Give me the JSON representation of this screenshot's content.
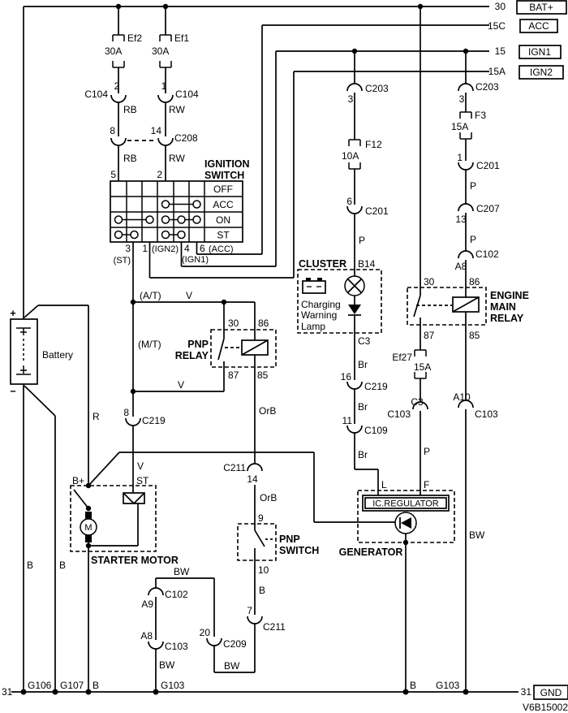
{
  "page": {
    "code": "V6B15002"
  },
  "bus": {
    "bat_num": "30",
    "bat": "BAT+",
    "acc_num": "15C",
    "acc": "ACC",
    "ign1_num": "15",
    "ign1": "IGN1",
    "ign2_num": "15A",
    "ign2": "IGN2",
    "gnd_num_l": "31",
    "gnd_num_r": "31",
    "gnd": "GND"
  },
  "fuse": {
    "ef2": "Ef2",
    "ef2_a": "30A",
    "ef1": "Ef1",
    "ef1_a": "30A",
    "f12": "F12",
    "f12_a": "10A",
    "f3": "F3",
    "f3_a": "15A",
    "ef27": "Ef27",
    "ef27_a": "15A"
  },
  "conn": {
    "c104l": "C104",
    "c104l_pin": "2",
    "c104r": "C104",
    "c104r_pin": "1",
    "c208": "C208",
    "c208_p8": "8",
    "c208_p14": "14",
    "c219_8": "8",
    "c219_8l": "C219",
    "c211_14": "14",
    "c211_14l": "C211",
    "c211_7": "7",
    "c211_7l": "C211",
    "c209_20": "20",
    "c209": "C209",
    "c102_a9": "A9",
    "c102l": "C102",
    "c103_a8": "A8",
    "c103l": "C103",
    "c203m_3": "3",
    "c203m": "C203",
    "c201m_6": "6",
    "c201m": "C201",
    "c219_16": "16",
    "c219_16l": "C219",
    "c109_11": "11",
    "c109": "C109",
    "c203r_3": "3",
    "c203r": "C203",
    "c201r_1": "1",
    "c201r": "C201",
    "c207_13": "13",
    "c207": "C207",
    "c102r_a8": "A8",
    "c102r": "C102",
    "c103_a10": "A10",
    "c103r": "C103",
    "c103_c3": "C3",
    "c103c": "C103"
  },
  "wire": {
    "rb1": "RB",
    "rw1": "RW",
    "rb2": "RB",
    "rw2": "RW",
    "v_at": "V",
    "v_mt": "V",
    "v_st": "V",
    "r": "R",
    "b1": "B",
    "b2": "B",
    "b3": "B",
    "b4": "B",
    "b5": "B",
    "orb1": "OrB",
    "orb2": "OrB",
    "br1": "Br",
    "br2": "Br",
    "br3": "Br",
    "p1": "P",
    "p2": "P",
    "p3": "P",
    "p4": "P",
    "bw1": "BW",
    "bw2": "BW",
    "bw3": "BW",
    "bw4": "BW"
  },
  "sw": {
    "t1": "IGNITION",
    "t2": "SWITCH",
    "r1": "OFF",
    "r2": "ACC",
    "r3": "ON",
    "r4": "ST",
    "p5": "5",
    "p2": "2",
    "p3": "3",
    "p3t": "(ST)",
    "p1": "1",
    "p1t": "(IGN2)",
    "p4": "4",
    "p4t": "(IGN1)",
    "p6": "6",
    "p6t": "(ACC)"
  },
  "pnprelay": {
    "t1": "PNP",
    "t2": "RELAY",
    "at": "(A/T)",
    "mt": "(M/T)",
    "p30": "30",
    "p86": "86",
    "p87": "87",
    "p85": "85"
  },
  "pnpswitch": {
    "t1": "PNP",
    "t2": "SWITCH",
    "p9": "9",
    "p10": "10"
  },
  "cluster": {
    "t": "CLUSTER",
    "b14": "B14",
    "l1": "Charging",
    "l2": "Warning",
    "l3": "Lamp",
    "c3": "C3"
  },
  "gen": {
    "t": "GENERATOR",
    "reg": "IC.REGULATOR",
    "l": "L",
    "f": "F"
  },
  "emr": {
    "t1": "ENGINE",
    "t2": "MAIN",
    "t3": "RELAY",
    "p30": "30",
    "p86": "86",
    "p87": "87",
    "p85": "85"
  },
  "battery": {
    "t": "Battery",
    "plus": "+",
    "minus": "−"
  },
  "starter": {
    "t": "STARTER MOTOR",
    "m": "M",
    "bplus": "B+",
    "st": "ST"
  },
  "gnds": {
    "g106": "G106",
    "g107": "G107",
    "g103l": "G103",
    "g103r": "G103"
  }
}
